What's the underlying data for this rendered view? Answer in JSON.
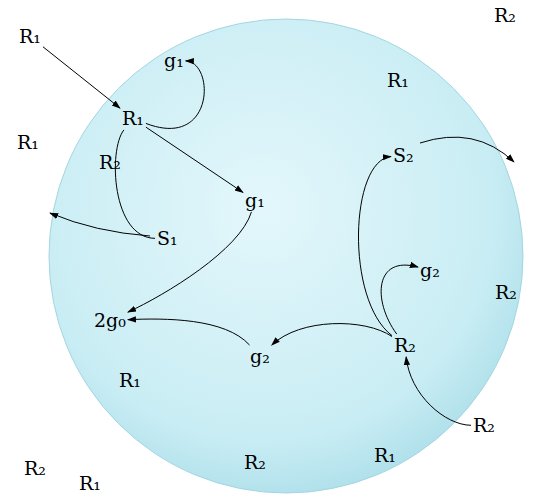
{
  "diagram": {
    "nodes": [
      {
        "text": [
          "R₁"
        ]
      },
      {
        "text": [
          "R₁"
        ]
      },
      {
        "text": [
          "g₁"
        ]
      },
      {
        "text": [
          "S₁"
        ]
      },
      {
        "text": [
          "g₁"
        ]
      },
      {
        "text": [
          "S₂"
        ]
      },
      {
        "text": [
          "g₂"
        ]
      },
      {
        "text": [
          "2g₀"
        ]
      },
      {
        "text": [
          "g₂"
        ]
      },
      {
        "text": [
          "R₂"
        ]
      },
      {
        "text": [
          "R₂"
        ]
      }
    ],
    "edges": [
      {
        "from": 0,
        "to": 1,
        "arrow": "to"
      },
      {
        "from": 1,
        "to": 2,
        "arrow": "to"
      },
      {
        "from": 1,
        "to": 3,
        "arrow": "none"
      },
      {
        "from": 1,
        "to": 4,
        "arrow": "to"
      },
      {
        "from": 4,
        "to": 7,
        "arrow": "to"
      },
      {
        "from": 10,
        "to": 9,
        "arrow": "to"
      },
      {
        "from": 9,
        "to": 5,
        "arrow": "to"
      },
      {
        "from": 9,
        "to": 6,
        "arrow": "to"
      },
      {
        "from": 9,
        "to": 8,
        "arrow": "to"
      },
      {
        "from": 8,
        "to": 7,
        "arrow": "to"
      }
    ],
    "labels": [
      "R₂",
      "R₁",
      "R₁",
      "R₂",
      "R₂",
      "R₁",
      "R₂",
      "R₁",
      "R₂",
      "R₁"
    ]
  }
}
